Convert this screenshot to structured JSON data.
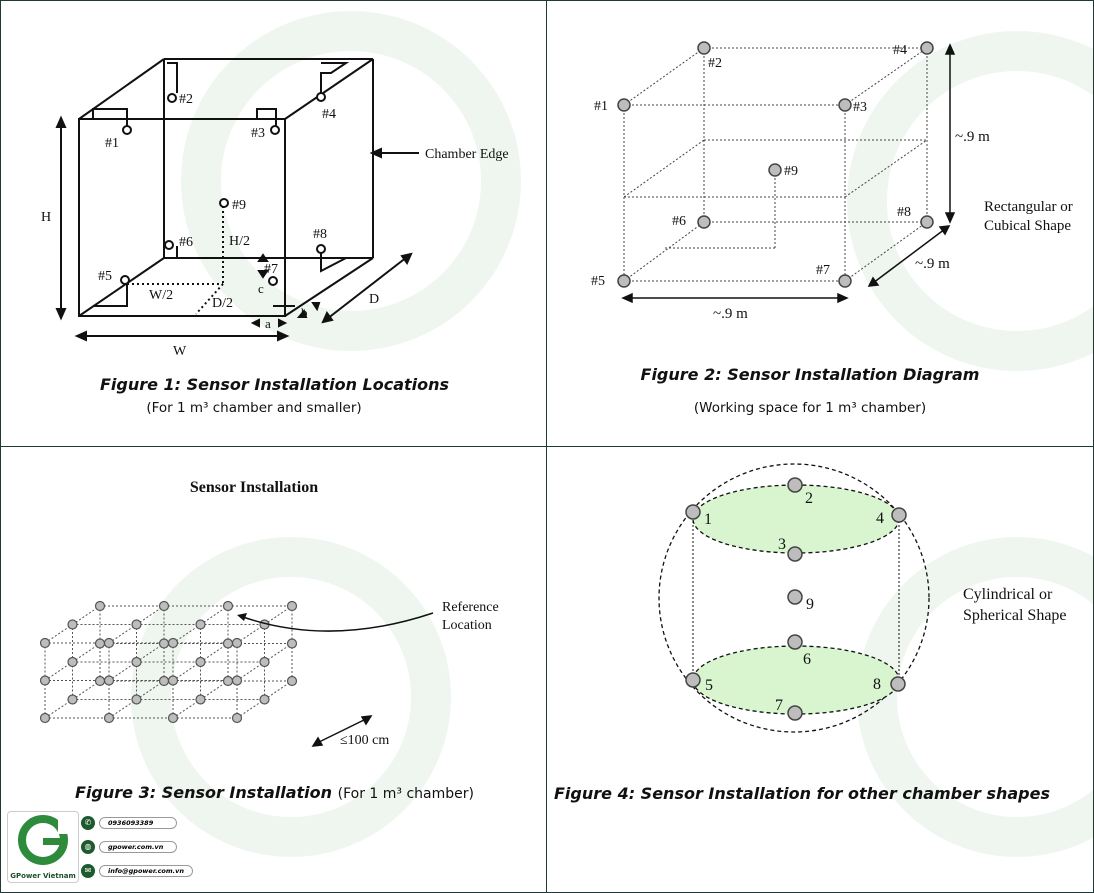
{
  "figure1": {
    "title": "Figure 1: Sensor Installation Locations",
    "subtitle": "(For 1 m³ chamber and  smaller)",
    "labels": {
      "s1": "#1",
      "s2": "#2",
      "s3": "#3",
      "s4": "#4",
      "s5": "#5",
      "s6": "#6",
      "s7": "#7",
      "s8": "#8",
      "s9": "#9",
      "chamber_edge": "Chamber Edge",
      "h": "H",
      "w": "W",
      "d": "D",
      "h2": "H/2",
      "w2": "W/2",
      "d2": "D/2",
      "a": "a",
      "b": "b",
      "c": "c"
    }
  },
  "figure2": {
    "title": "Figure 2: Sensor Installation Diagram",
    "subtitle": "(Working space for 1 m³ chamber)",
    "labels": {
      "s1": "#1",
      "s2": "#2",
      "s3": "#3",
      "s4": "#4",
      "s5": "#5",
      "s6": "#6",
      "s7": "#7",
      "s8": "#8",
      "s9": "#9",
      "dim_height": "~.9 m",
      "dim_depth": "~.9 m",
      "dim_width": "~.9 m",
      "shape_line1": "Rectangular or",
      "shape_line2": "Cubical Shape"
    }
  },
  "figure3": {
    "heading": "Sensor Installation",
    "title": "Figure 3: Sensor Installation",
    "title_suffix": "(For 1 m³ chamber)",
    "ref_line1": "Reference",
    "ref_line2": "Location",
    "spacing": "≤100 cm"
  },
  "figure4": {
    "title": "Figure 4: Sensor Installation for other chamber shapes",
    "labels": {
      "s1": "1",
      "s2": "2",
      "s3": "3",
      "s4": "4",
      "s5": "5",
      "s6": "6",
      "s7": "7",
      "s8": "8",
      "s9": "9",
      "shape_line1": "Cylindrical or",
      "shape_line2": "Spherical Shape"
    }
  },
  "footer": {
    "brand": "GPower Vietnam",
    "phone": "0936093389",
    "website": "gpower.com.vn",
    "email": "info@gpower.com.vn"
  },
  "colors": {
    "sensor_fill": "#bdbdbd",
    "ellipse_fill": "#d8f5cf",
    "border": "#1f3a36",
    "brand_green": "#1e5a2b"
  }
}
